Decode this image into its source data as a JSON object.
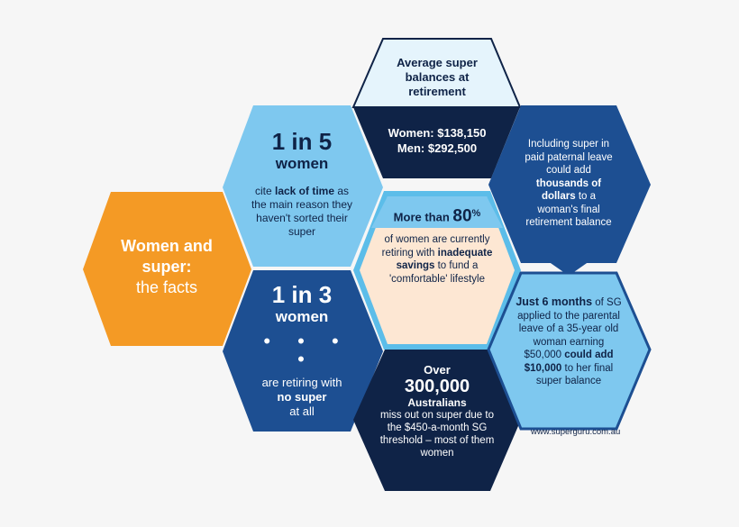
{
  "colors": {
    "orange": "#f49a25",
    "light_blue": "#7ec8ef",
    "mid_blue": "#1d4f92",
    "navy": "#0f2347",
    "pale_blue": "#e5f4fc",
    "peach": "#fde7d3",
    "cyan_outline": "#5cbde9",
    "background": "#f6f6f6"
  },
  "title_hex": {
    "line1": "Women and",
    "line2": "super:",
    "line3": "the facts"
  },
  "lack_of_time_hex": {
    "stat": "1 in 5",
    "subject": "women",
    "pre": "cite ",
    "bold": "lack of time",
    "post": " as the main reason they haven't sorted their super"
  },
  "no_super_hex": {
    "stat": "1 in 3",
    "subject": "women",
    "dots": "• • • •",
    "line1": "are retiring with",
    "bold": "no super",
    "line3": "at all"
  },
  "balances_hex": {
    "heading": "Average super balances at retirement",
    "women": "Women: $138,150",
    "men": "Men: $292,500"
  },
  "savings_hex": {
    "lead": "More than ",
    "figure": "80",
    "unit": "%",
    "pre": "of women are currently retiring with ",
    "bold": "inadequate savings",
    "post": " to fund a 'comfortable' lifestyle"
  },
  "threshold_hex": {
    "prefix": "Over",
    "figure": "300,000",
    "subject": "Australians",
    "body": "miss out on super due to the $450-a-month SG threshold – most of them women"
  },
  "paternal_hex": {
    "pre": "Including super in paid paternal leave could add ",
    "bold": "thousands of dollars",
    "post": " to a woman's final retirement balance"
  },
  "parental_hex": {
    "bold1": "Just 6 months",
    "mid": " of SG applied to the parental leave of a 35-year old woman earning $50,000 ",
    "bold2": "could add $10,000",
    "post": " to her final super balance"
  },
  "source": "www.superguru.com.au"
}
